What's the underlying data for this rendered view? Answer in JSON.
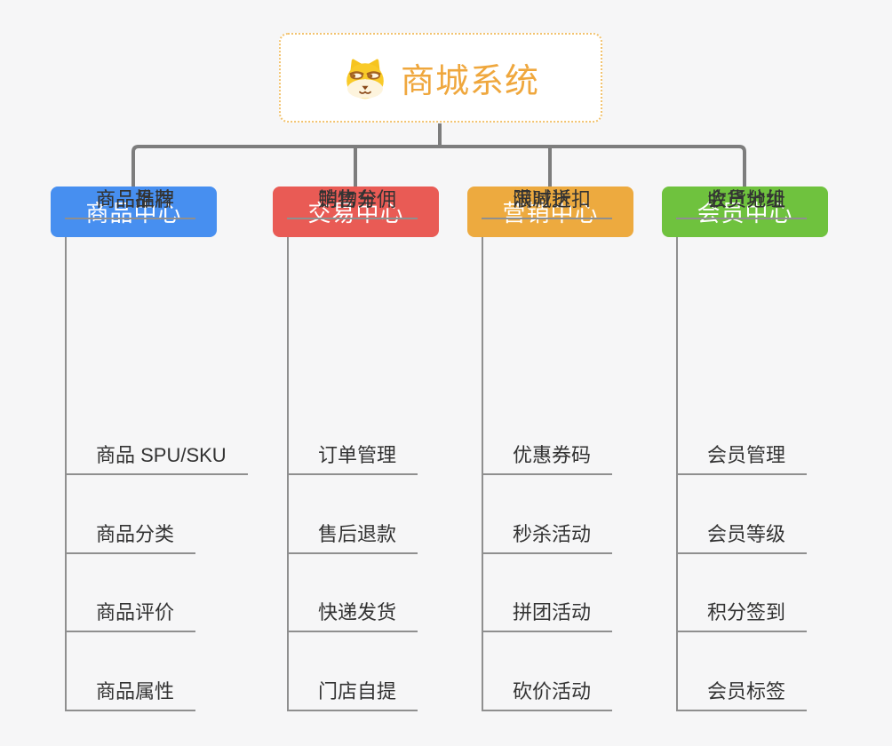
{
  "root": {
    "title": "商城系统",
    "icon": "dog-face-icon",
    "title_color": "#efa73d",
    "border_color": "#f2c36f"
  },
  "connector_color": "#7d7d7d",
  "tree_line_color": "#8f8f8f",
  "branches": [
    {
      "label": "商品中心",
      "color": "#478ff0",
      "items": [
        "商品 SPU/SKU",
        "商品分类",
        "商品评价",
        "商品属性",
        "商品推荐",
        "商品品牌"
      ]
    },
    {
      "label": "交易中心",
      "color": "#e95b55",
      "items": [
        "订单管理",
        "售后退款",
        "快递发货",
        "门店自提",
        "购物车",
        "销售分佣"
      ]
    },
    {
      "label": "营销中心",
      "color": "#edaa3f",
      "items": [
        "优惠券码",
        "秒杀活动",
        "拼团活动",
        "砍价活动",
        "限时折扣",
        "满减送"
      ]
    },
    {
      "label": "会员中心",
      "color": "#6fc23e",
      "items": [
        "会员管理",
        "会员等级",
        "积分签到",
        "会员标签",
        "会员分组",
        "收货地址"
      ]
    }
  ]
}
